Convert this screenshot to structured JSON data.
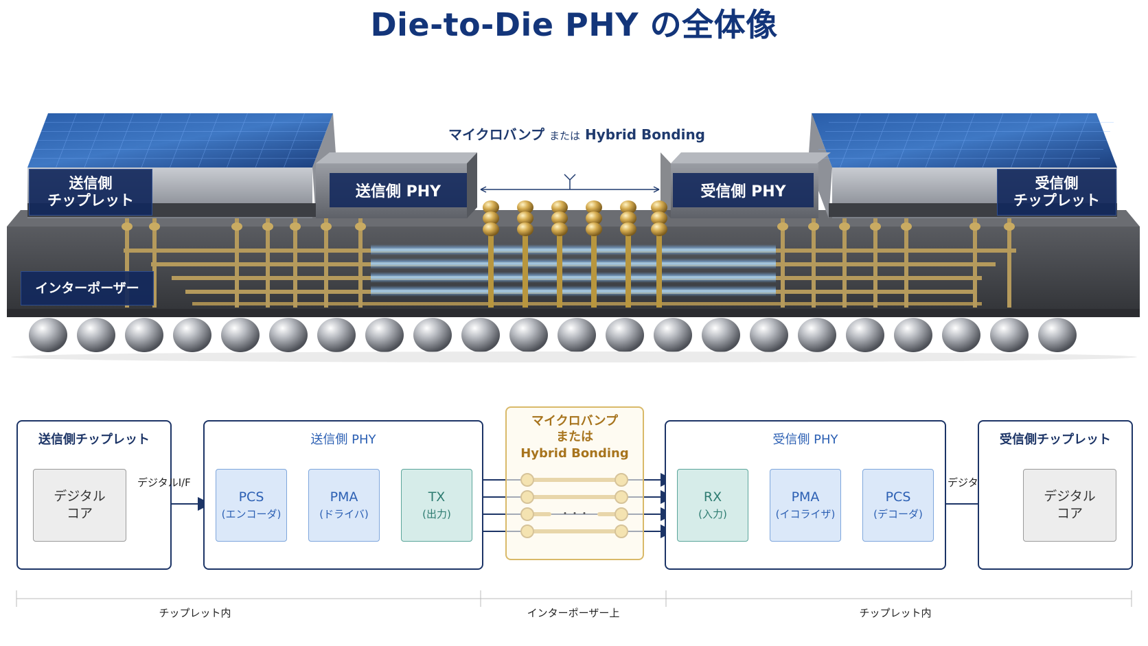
{
  "title": "Die-to-Die PHY の全体像",
  "top": {
    "bump_callout_main": "マイクロバンプ",
    "bump_callout_or": "または",
    "bump_callout_alt": "Hybrid Bonding",
    "tx_chiplet": "送信側\nチップレット",
    "rx_chiplet": "受信側\nチップレット",
    "tx_phy": "送信側 PHY",
    "rx_phy": "受信側 PHY",
    "interposer": "インターポーザー"
  },
  "bottom": {
    "tx_chiplet": {
      "title": "送信側チップレット",
      "core": "デジタル\nコア"
    },
    "tx_phy": {
      "title": "送信側 PHY",
      "blocks": [
        {
          "main": "PCS",
          "sub": "(エンコーダ)"
        },
        {
          "main": "PMA",
          "sub": "(ドライバ)"
        },
        {
          "main": "TX",
          "sub": "(出力)"
        }
      ]
    },
    "bump": {
      "title_line1": "マイクロバンプ",
      "title_line2": "または",
      "title_line3": "Hybrid Bonding",
      "ellipsis": "・・・"
    },
    "rx_phy": {
      "title": "受信側 PHY",
      "blocks": [
        {
          "main": "RX",
          "sub": "(入力)"
        },
        {
          "main": "PMA",
          "sub": "(イコライザ)"
        },
        {
          "main": "PCS",
          "sub": "(デコーダ)"
        }
      ]
    },
    "rx_chiplet": {
      "title": "受信側チップレット",
      "core": "デジタル\nコア"
    },
    "if_label_left": "デジタルI/F",
    "if_label_right": "デジタルI/F",
    "zones": [
      "チップレット内",
      "インターポーザー上",
      "チップレット内"
    ]
  },
  "colors": {
    "navy": "#13357a",
    "chip_blue": "#1e4f96",
    "gold": "#b8963e",
    "signal_glow": "#6fb6ff",
    "teal": "#2e7c71"
  }
}
